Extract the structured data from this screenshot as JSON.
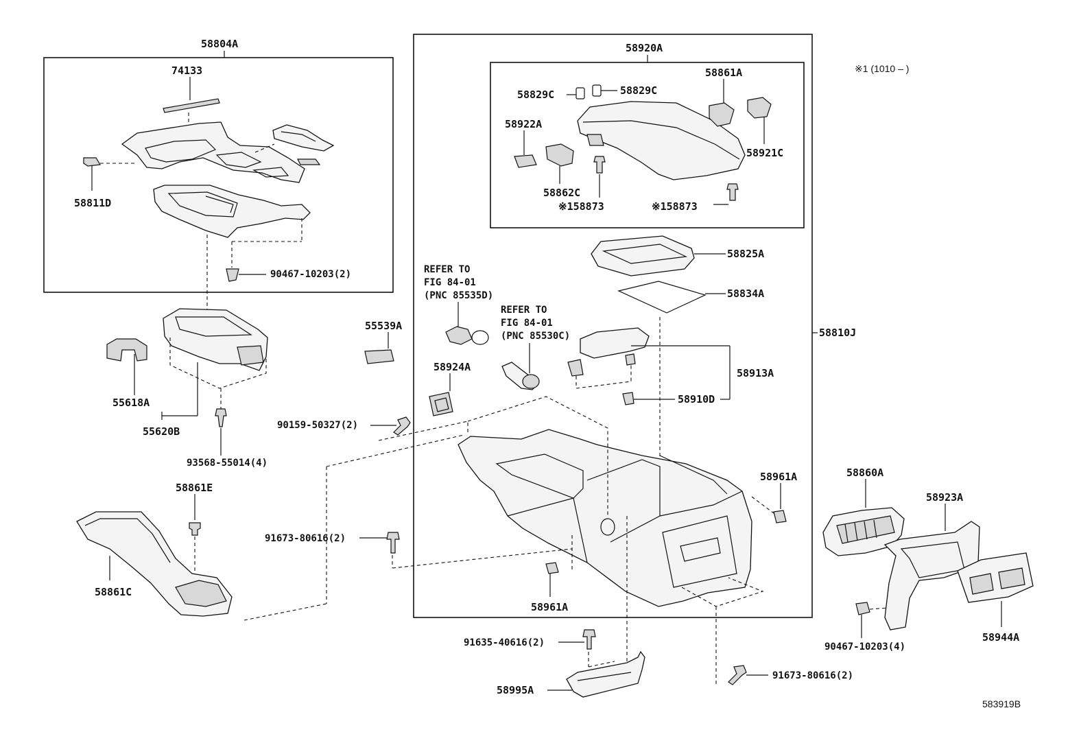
{
  "footnote": "※1 (1010 –     )",
  "diagram_code": "583919B",
  "labels": {
    "p58804A": "58804A",
    "p74133": "74133",
    "p58811D": "58811D",
    "p90467_2": "90467-10203(2)",
    "p55618A": "55618A",
    "p55620B": "55620B",
    "p93568": "93568-55014(4)",
    "p58861E": "58861E",
    "p58861C": "58861C",
    "p55539A": "55539A",
    "p90159": "90159-50327(2)",
    "p91673_a": "91673-80616(2)",
    "p91635": "91635-40616(2)",
    "p58995A": "58995A",
    "p91673_b": "91673-80616(2)",
    "p58920A": "58920A",
    "p58829C_l": "58829C",
    "p58829C_r": "58829C",
    "p58861A": "58861A",
    "p58922A": "58922A",
    "p58921C": "58921C",
    "p58862C": "58862C",
    "p58873_l": "※158873",
    "p58873_r": "※158873",
    "p58825A": "58825A",
    "p58834A": "58834A",
    "p58810J": "58810J",
    "p58913A": "58913A",
    "p58910D": "58910D",
    "p58924A": "58924A",
    "p58961A_r": "58961A",
    "p58961A_b": "58961A",
    "p58860A": "58860A",
    "p58923A": "58923A",
    "p90467_4": "90467-10203(4)",
    "p58944A": "58944A"
  },
  "refs": {
    "ref1": [
      "REFER TO",
      "FIG 84-01",
      "(PNC 85535D)"
    ],
    "ref2": [
      "REFER TO",
      "FIG 84-01",
      "(PNC 85530C)"
    ]
  }
}
